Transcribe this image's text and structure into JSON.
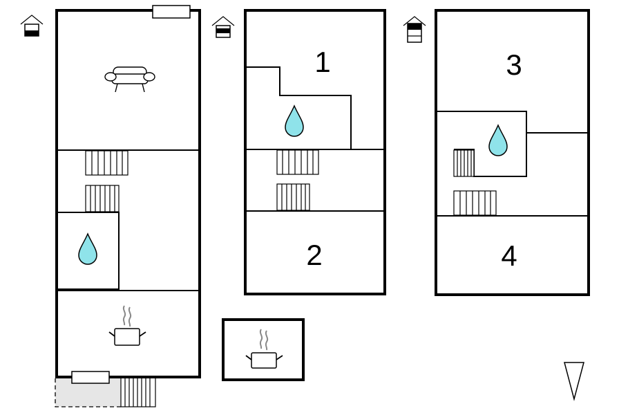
{
  "plan": {
    "rooms": [
      {
        "key": "room-1",
        "label": "1"
      },
      {
        "key": "room-2",
        "label": "2"
      },
      {
        "key": "room-3",
        "label": "3"
      },
      {
        "key": "room-4",
        "label": "4"
      }
    ],
    "floor_icons": [
      "house-ground-floor-icon",
      "house-first-floor-icon",
      "house-second-floor-icon"
    ],
    "fixtures": [
      "sofa-icon",
      "water-drop-icon",
      "cooking-pot-icon",
      "stairs-icon",
      "window-icon"
    ],
    "orientation": "north-arrow-icon",
    "colors": {
      "water": "#8fe3ea",
      "terrace": "#e6e6e6",
      "walls": "#000000"
    }
  }
}
